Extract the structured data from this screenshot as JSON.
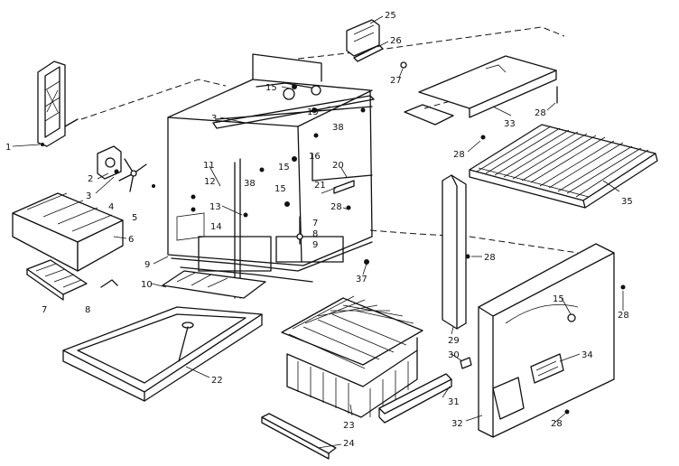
{
  "callouts": [
    {
      "id": "c1",
      "text": "1"
    },
    {
      "id": "c2",
      "text": "2"
    },
    {
      "id": "c3a",
      "text": "3"
    },
    {
      "id": "c3b",
      "text": "3"
    },
    {
      "id": "c4",
      "text": "4"
    },
    {
      "id": "c5",
      "text": "5"
    },
    {
      "id": "c6",
      "text": "6"
    },
    {
      "id": "c7a",
      "text": "7"
    },
    {
      "id": "c7b",
      "text": "7"
    },
    {
      "id": "c8a",
      "text": "8"
    },
    {
      "id": "c8b",
      "text": "8"
    },
    {
      "id": "c9a",
      "text": "9"
    },
    {
      "id": "c9b",
      "text": "9"
    },
    {
      "id": "c10",
      "text": "10"
    },
    {
      "id": "c11",
      "text": "11"
    },
    {
      "id": "c12",
      "text": "12"
    },
    {
      "id": "c13",
      "text": "13"
    },
    {
      "id": "c14",
      "text": "14"
    },
    {
      "id": "c15a",
      "text": "15"
    },
    {
      "id": "c15b",
      "text": "15"
    },
    {
      "id": "c15c",
      "text": "15"
    },
    {
      "id": "c15d",
      "text": "15"
    },
    {
      "id": "c15e",
      "text": "15"
    },
    {
      "id": "c16",
      "text": "16"
    },
    {
      "id": "c20",
      "text": "20"
    },
    {
      "id": "c21",
      "text": "21"
    },
    {
      "id": "c22",
      "text": "22"
    },
    {
      "id": "c23",
      "text": "23"
    },
    {
      "id": "c24",
      "text": "24"
    },
    {
      "id": "c25",
      "text": "25"
    },
    {
      "id": "c26",
      "text": "26"
    },
    {
      "id": "c27",
      "text": "27"
    },
    {
      "id": "c28a",
      "text": "28"
    },
    {
      "id": "c28b",
      "text": "28"
    },
    {
      "id": "c28c",
      "text": "28"
    },
    {
      "id": "c28d",
      "text": "28"
    },
    {
      "id": "c28e",
      "text": "28"
    },
    {
      "id": "c28f",
      "text": "28"
    },
    {
      "id": "c29",
      "text": "29"
    },
    {
      "id": "c30",
      "text": "30"
    },
    {
      "id": "c31",
      "text": "31"
    },
    {
      "id": "c32",
      "text": "32"
    },
    {
      "id": "c33",
      "text": "33"
    },
    {
      "id": "c34",
      "text": "34"
    },
    {
      "id": "c35",
      "text": "35"
    },
    {
      "id": "c37",
      "text": "37"
    },
    {
      "id": "c38a",
      "text": "38"
    },
    {
      "id": "c38b",
      "text": "38"
    }
  ]
}
